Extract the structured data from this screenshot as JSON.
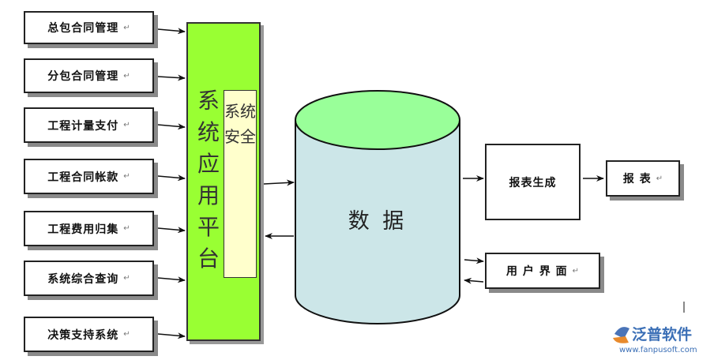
{
  "modules": [
    {
      "label": "总包合同管理"
    },
    {
      "label": "分包合同管理"
    },
    {
      "label": "工程计量支付"
    },
    {
      "label": "工程合同帐款"
    },
    {
      "label": "工程费用归集"
    },
    {
      "label": "系统综合查询"
    },
    {
      "label": "决策支持系统"
    }
  ],
  "platform": {
    "title": "系统应用平台",
    "inner_title": "系统安全"
  },
  "database": {
    "label": "数 据"
  },
  "outputs": {
    "report_gen": "报表生成",
    "report": "报 表",
    "ui": "用 户 界 面"
  },
  "watermark": {
    "name": "泛普软件",
    "url": "www.fanpusoft.com"
  },
  "colors": {
    "platform": "#99ff33",
    "security": "#ffffcc",
    "db_top": "#99ff99",
    "db_body": "#cce6e8"
  }
}
